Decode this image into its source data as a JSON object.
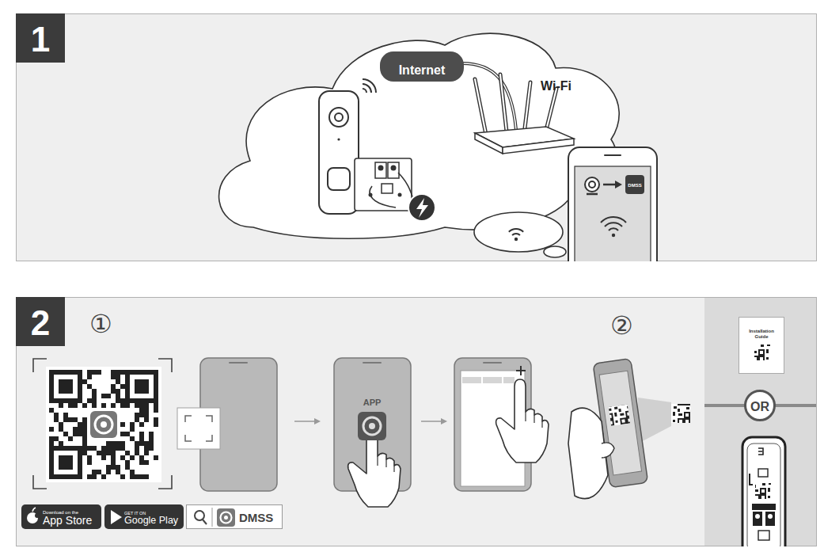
{
  "diagram": {
    "nodes": [
      {
        "text": [
          "1"
        ]
      },
      {
        "text": [
          "Internet"
        ]
      },
      {
        "text": [
          "DMSS"
        ]
      },
      {
        "text": [
          "2"
        ]
      },
      {
        "text": [
          "APP"
        ]
      },
      {
        "text": [
          "Download on the",
          "App Store"
        ]
      },
      {
        "text": [
          "GET IT ON",
          "Google Play"
        ]
      },
      {
        "text": [
          "DMSS"
        ]
      },
      {
        "text": [
          "Installation Guide"
        ]
      },
      {
        "text": [
          "OR"
        ]
      }
    ],
    "labels": [
      "Wi-Fi",
      "①",
      "②"
    ]
  }
}
